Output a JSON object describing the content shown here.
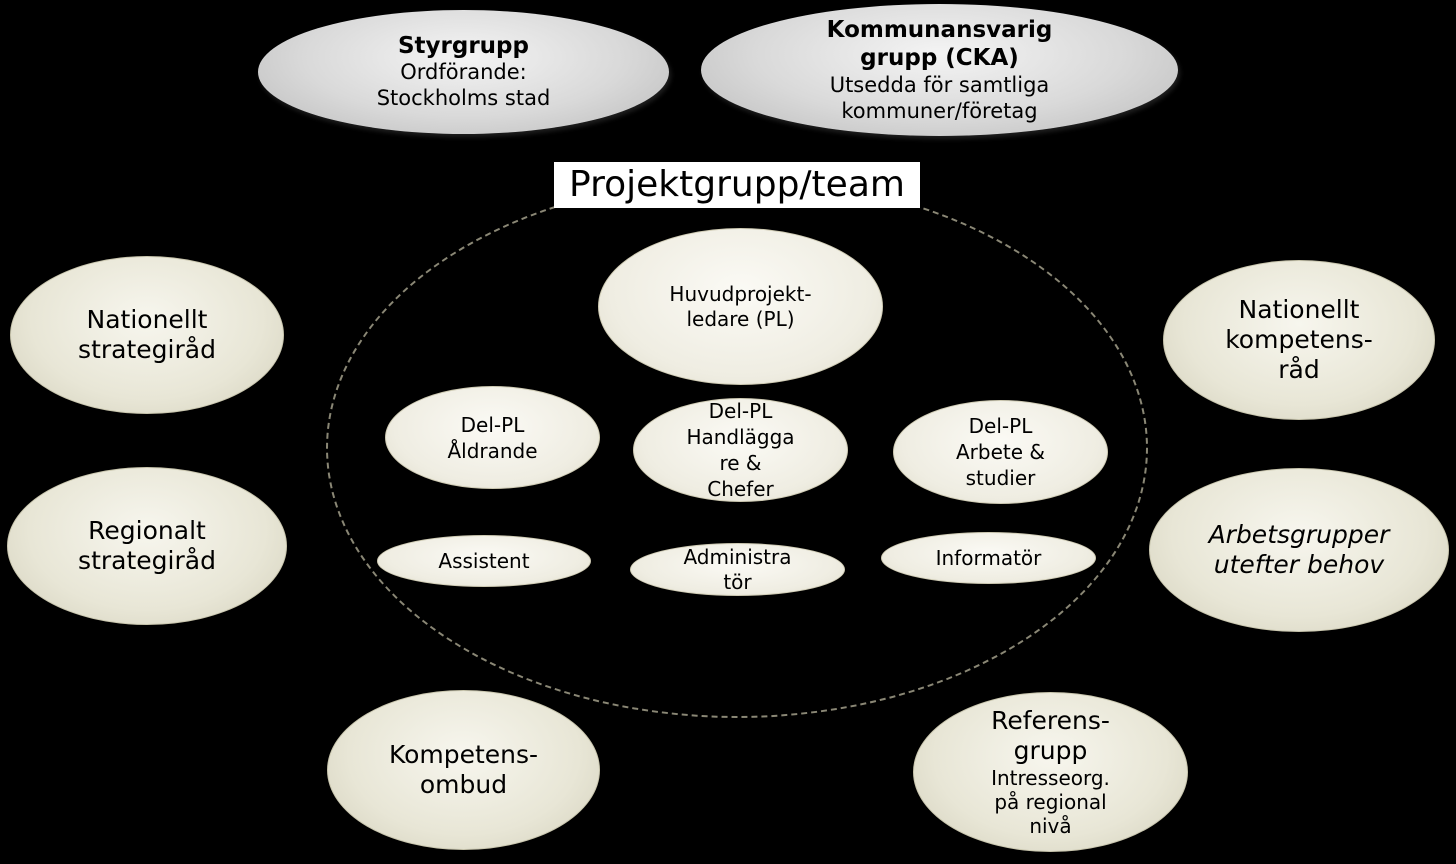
{
  "top": {
    "styrgrupp": {
      "title": "Styrgrupp",
      "line1": "Ordförande:",
      "line2": "Stockholms stad"
    },
    "cka": {
      "title1": "Kommunansvarig",
      "title2": "grupp (CKA)",
      "line1": "Utsedda för samtliga",
      "line2": "kommuner/företag"
    }
  },
  "center_title": "Projektgrupp/team",
  "team": {
    "huvud": {
      "l1": "Huvudprojekt-",
      "l2": "ledare (PL)"
    },
    "aldrande": {
      "l1": "Del-PL",
      "l2": "Åldrande"
    },
    "handlaggare": {
      "l1": "Del-PL",
      "l2": "Handlägga",
      "l3": "re &",
      "l4": "Chefer"
    },
    "arbete": {
      "l1": "Del-PL",
      "l2": "Arbete &",
      "l3": "studier"
    },
    "assistent": "Assistent",
    "administrator": {
      "l1": "Administra",
      "l2": "tör"
    },
    "informator": "Informatör"
  },
  "outer": {
    "nat_strat": {
      "l1": "Nationellt",
      "l2": "strategiråd"
    },
    "reg_strat": {
      "l1": "Regionalt",
      "l2": "strategiråd"
    },
    "kompetensombud": {
      "l1": "Kompetens-",
      "l2": "ombud"
    },
    "nat_komp": {
      "l1": "Nationellt",
      "l2": "kompetens-",
      "l3": "råd"
    },
    "arbetsgrupper": {
      "l1": "Arbetsgrupper",
      "l2": "utefter behov"
    },
    "referens": {
      "l1": "Referens-",
      "l2": "grupp",
      "l3": "Intresseorg.",
      "l4": "på regional",
      "l5": "nivå"
    }
  }
}
